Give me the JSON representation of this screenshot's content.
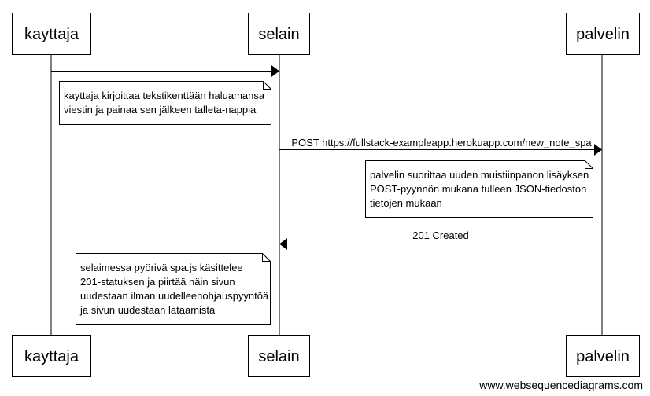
{
  "participants": [
    {
      "id": "kayttaja",
      "label": "kayttaja"
    },
    {
      "id": "selain",
      "label": "selain"
    },
    {
      "id": "palvelin",
      "label": "palvelin"
    }
  ],
  "messages": [
    {
      "from": "kayttaja",
      "to": "selain",
      "label": ""
    },
    {
      "from": "selain",
      "to": "palvelin",
      "label": "POST https://fullstack-exampleapp.herokuapp.com/new_note_spa"
    },
    {
      "from": "palvelin",
      "to": "selain",
      "label": "201 Created"
    }
  ],
  "notes": [
    {
      "lines": [
        "kayttaja kirjoittaa tekstikenttään haluamansa",
        "viestin ja painaa sen jälkeen talleta-nappia"
      ]
    },
    {
      "lines": [
        "palvelin suorittaa uuden muistiinpanon lisäyksen",
        "POST-pyynnön mukana tulleen JSON-tiedoston",
        "tietojen mukaan"
      ]
    },
    {
      "lines": [
        "selaimessa pyörivä spa.js käsittelee",
        "201-statuksen ja piirtää näin sivun",
        "uudestaan ilman uudelleenohjauspyyntöä",
        "ja sivun uudestaan lataamista"
      ]
    }
  ],
  "watermark": "www.websequencediagrams.com"
}
